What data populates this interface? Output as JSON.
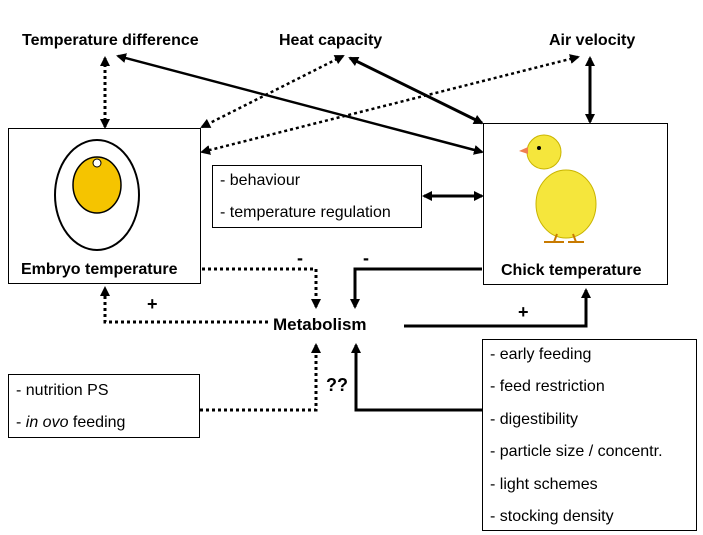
{
  "factors": {
    "temperature_difference": "Temperature difference",
    "heat_capacity": "Heat capacity",
    "air_velocity": "Air velocity"
  },
  "embryo": {
    "label": "Embryo temperature"
  },
  "chick": {
    "label": "Chick temperature"
  },
  "behaviour_box": {
    "items": [
      "- behaviour",
      "- temperature regulation"
    ]
  },
  "metabolism": {
    "label": "Metabolism"
  },
  "nutrition_box": {
    "item1": "- nutrition PS",
    "item2_prefix": "- ",
    "item2_italic": "in ovo",
    "item2_suffix": " feeding"
  },
  "feeding_box": {
    "items": [
      "- early feeding",
      "- feed restriction",
      "- digestibility",
      "- particle size / concentr.",
      "- light schemes",
      "- stocking density"
    ]
  },
  "signs": {
    "embryo_to_metabolism": "-",
    "chick_to_metabolism": "-",
    "metabolism_to_embryo": "+",
    "metabolism_to_chick": "+",
    "nutrition_to_metabolism": "??"
  },
  "colors": {
    "yolk": "#f5c400",
    "chick_body": "#f5e63c",
    "beak": "#f08050"
  }
}
